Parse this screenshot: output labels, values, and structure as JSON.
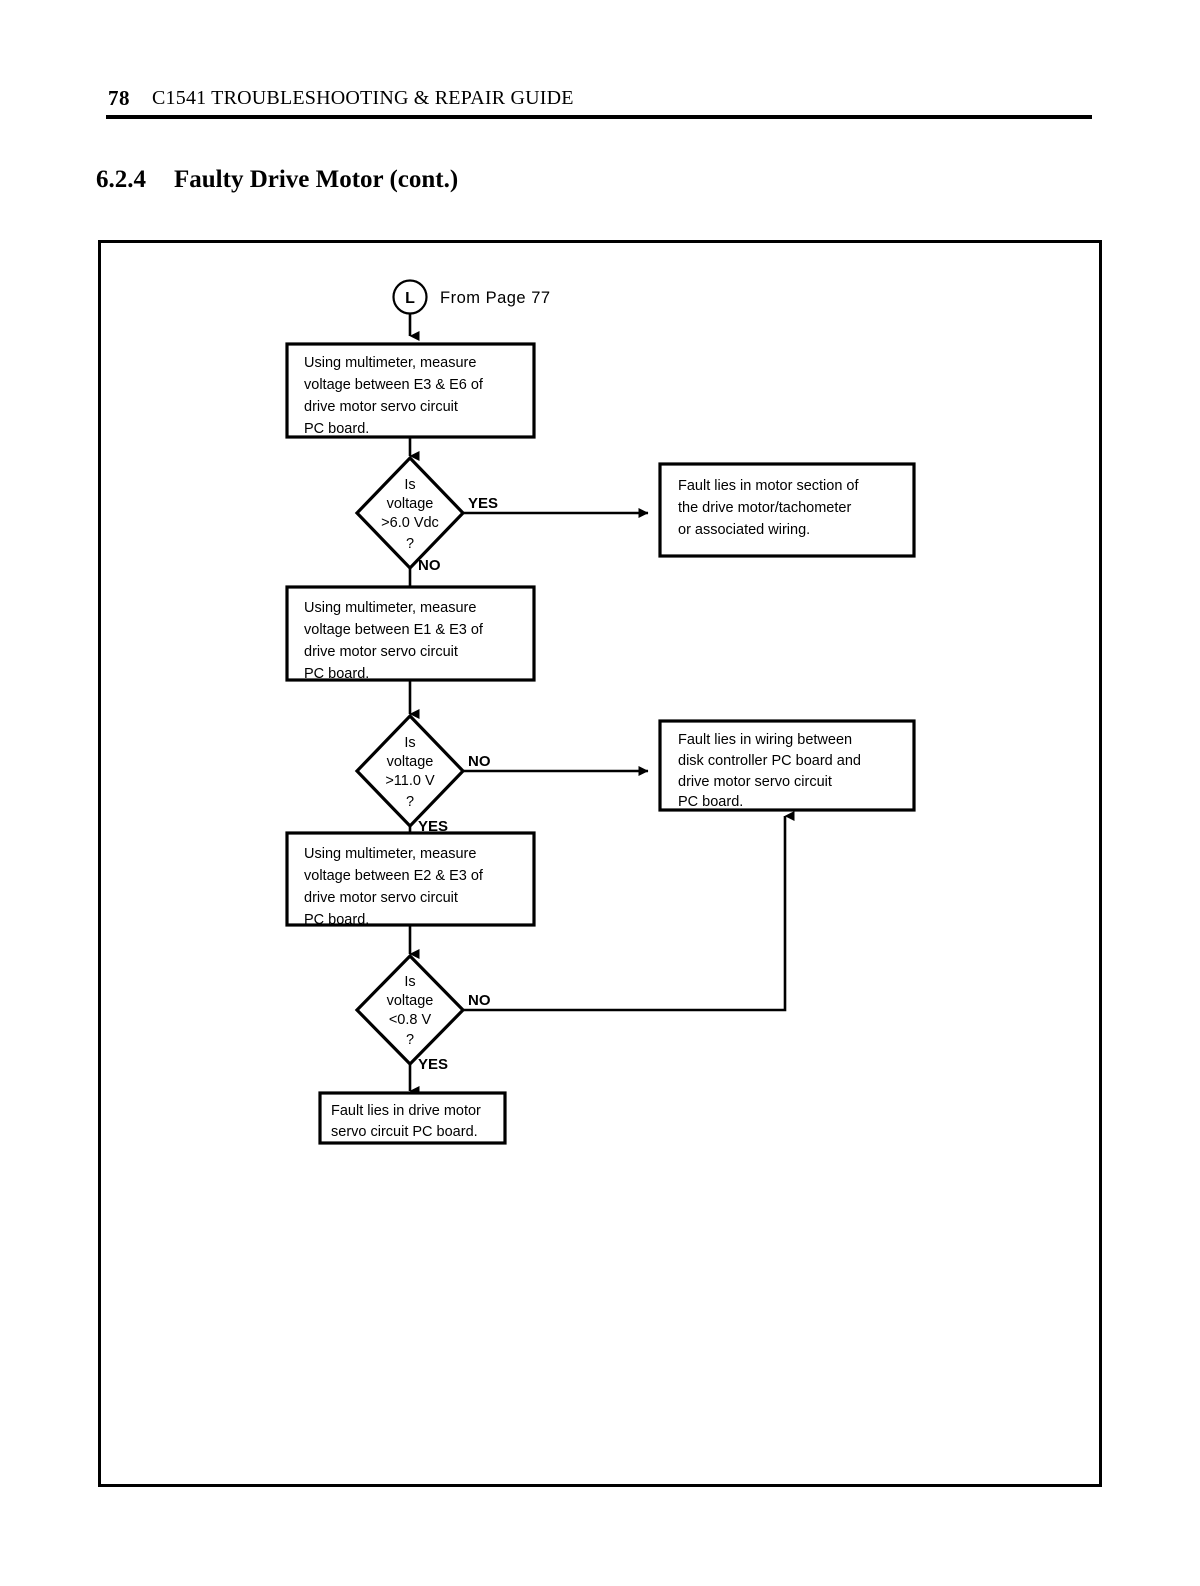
{
  "header": {
    "page_number": "78",
    "title": "C1541 TROUBLESHOOTING & REPAIR GUIDE"
  },
  "section": {
    "number": "6.2.4",
    "title": "Faulty Drive Motor (cont.)"
  },
  "flowchart": {
    "entry_connector": {
      "letter": "L",
      "caption": "From Page  77"
    },
    "steps": [
      {
        "id": "measure-e3-e6",
        "type": "process",
        "lines": [
          "Using multimeter, measure",
          "voltage between E3 & E6 of",
          "drive motor servo circuit",
          "PC board."
        ]
      },
      {
        "id": "decision-6v",
        "type": "decision",
        "lines": [
          "Is",
          "voltage",
          ">6.0 Vdc",
          "?"
        ],
        "branch_right": "YES",
        "branch_down": "NO"
      },
      {
        "id": "fault-motor-section",
        "type": "terminator",
        "lines": [
          "Fault lies in motor section of",
          "the drive motor/tachometer",
          "or associated wiring."
        ]
      },
      {
        "id": "measure-e1-e3",
        "type": "process",
        "lines": [
          "Using multimeter, measure",
          "voltage between E1 & E3 of",
          "drive motor servo circuit",
          "PC board."
        ]
      },
      {
        "id": "decision-11v",
        "type": "decision",
        "lines": [
          "Is",
          "voltage",
          ">11.0 V",
          "?"
        ],
        "branch_right": "NO",
        "branch_down": "YES"
      },
      {
        "id": "fault-wiring",
        "type": "terminator",
        "lines": [
          "Fault lies in wiring between",
          "disk controller PC board and",
          "drive motor servo circuit",
          "PC board."
        ]
      },
      {
        "id": "measure-e2-e3",
        "type": "process",
        "lines": [
          "Using multimeter, measure",
          "voltage between E2 & E3 of",
          "drive motor  servo circuit",
          "PC board."
        ]
      },
      {
        "id": "decision-08v",
        "type": "decision",
        "lines": [
          "Is",
          "voltage",
          "<0.8 V",
          "?"
        ],
        "branch_right": "NO",
        "branch_down": "YES"
      },
      {
        "id": "fault-servo-board",
        "type": "terminator",
        "lines": [
          "Fault lies in drive motor",
          "servo circuit PC board."
        ]
      }
    ]
  }
}
